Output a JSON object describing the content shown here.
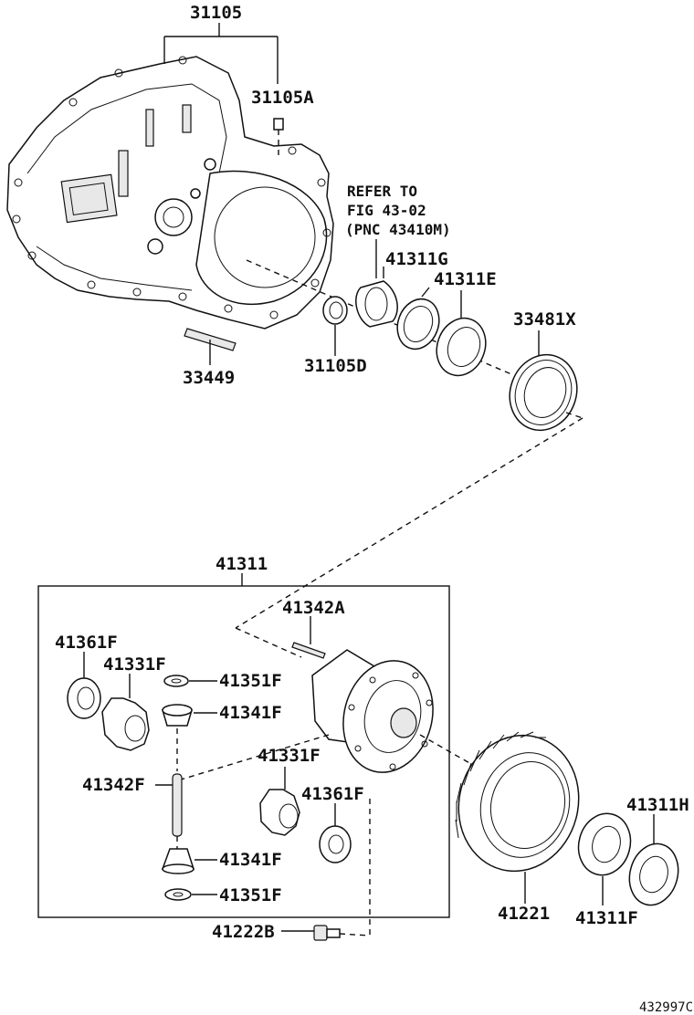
{
  "labels": {
    "p31105": "31105",
    "p31105A": "31105A",
    "refer_line1": "REFER TO",
    "refer_line2": "FIG 43-02",
    "refer_line3": "(PNC 43410M)",
    "p41311G": "41311G",
    "p41311E": "41311E",
    "p33481X": "33481X",
    "p31105D": "31105D",
    "p33449": "33449",
    "p41311": "41311",
    "p41342A": "41342A",
    "p41361F_top": "41361F",
    "p41331F_top": "41331F",
    "p41351F_top": "41351F",
    "p41341F_top": "41341F",
    "p41331F_mid": "41331F",
    "p41342F": "41342F",
    "p41361F_mid": "41361F",
    "p41341F_bot": "41341F",
    "p41351F_bot": "41351F",
    "p41222B": "41222B",
    "p41221": "41221",
    "p41311H": "41311H",
    "p41311F": "41311F",
    "catalog": "432997C"
  }
}
